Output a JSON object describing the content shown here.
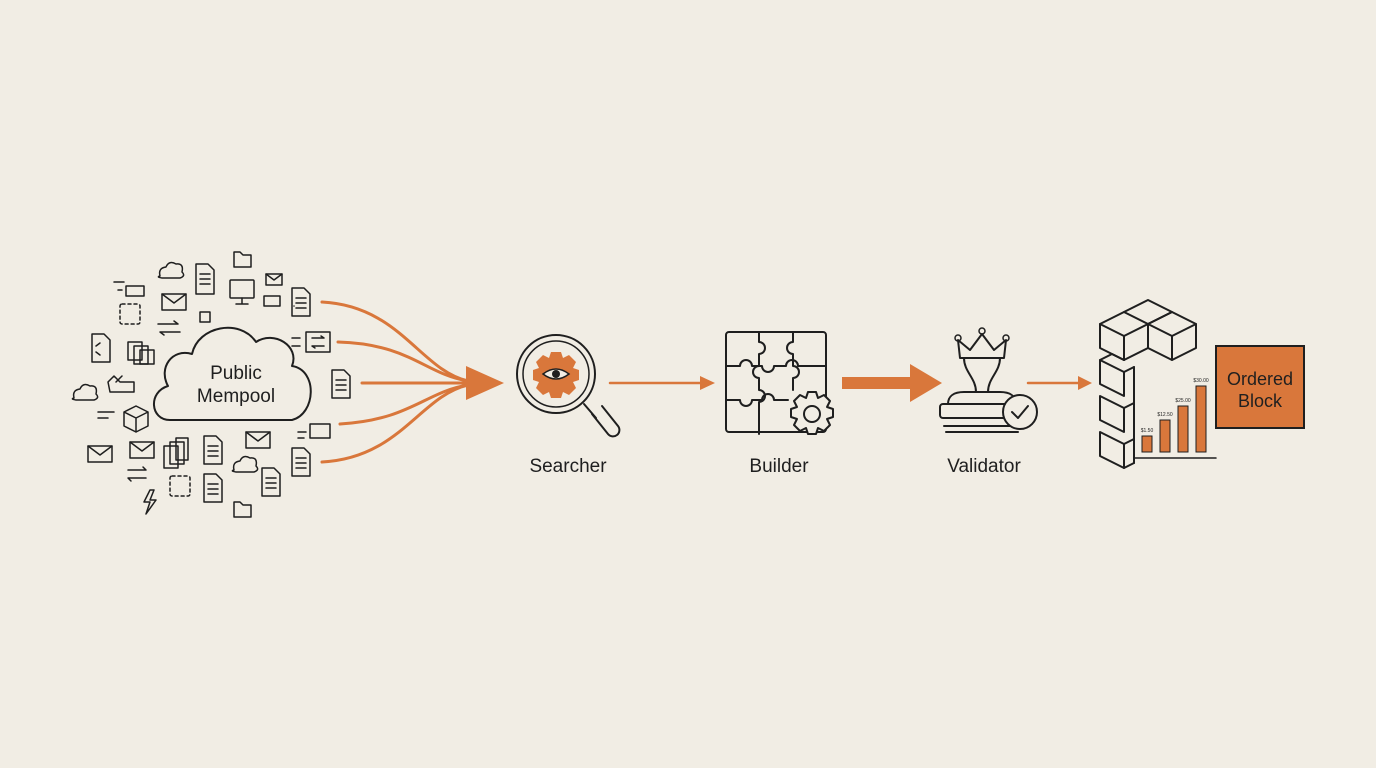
{
  "source": {
    "label_line1": "Public",
    "label_line2": "Mempool"
  },
  "stages": [
    {
      "id": "searcher",
      "label": "Searcher"
    },
    {
      "id": "builder",
      "label": "Builder"
    },
    {
      "id": "validator",
      "label": "Validator"
    }
  ],
  "output": {
    "label_line1": "Ordered",
    "label_line2": "Block",
    "chart_values": [
      "$1.50",
      "$12.50",
      "$25.00",
      "$30.00"
    ]
  },
  "colors": {
    "accent": "#d9773b",
    "ink": "#1f1f1f",
    "background": "#f1ede4"
  },
  "icons": [
    "cloud-icon",
    "document-icon",
    "envelope-icon",
    "folder-icon",
    "swap-icon",
    "monitor-icon",
    "cube-icon",
    "lightning-icon",
    "magnifier-eye-gear-icon",
    "puzzle-gear-icon",
    "crown-stamp-check-icon",
    "block-stack-icon",
    "bar-chart-icon"
  ]
}
